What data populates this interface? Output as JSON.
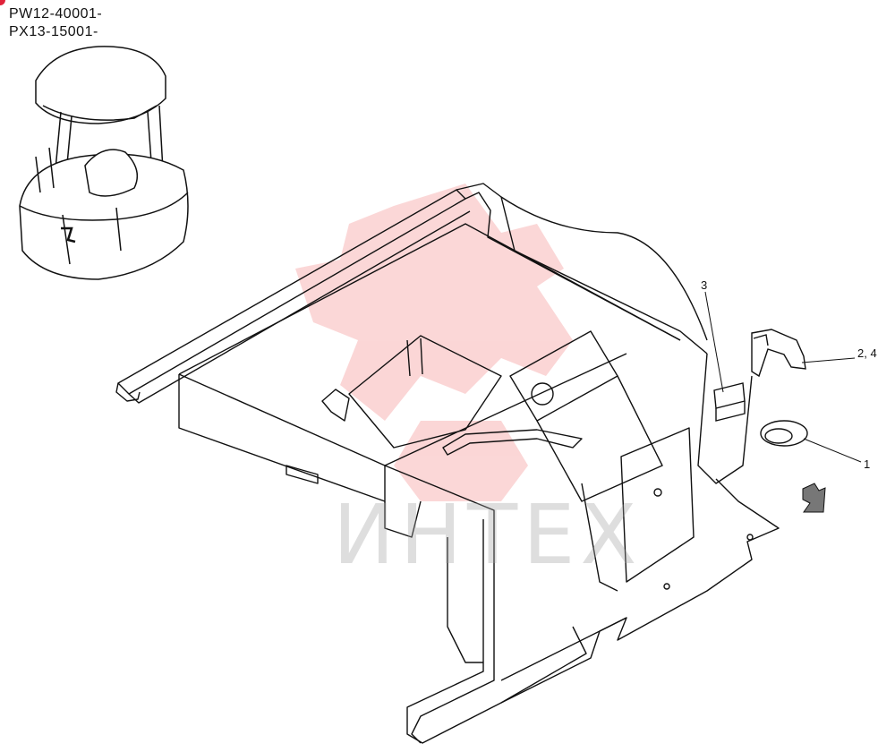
{
  "serial_ranges": [
    "PW12-40001-",
    "PX13-15001-"
  ],
  "callouts": {
    "part_1": "1",
    "part_2_4": "2, 4",
    "part_3": "3"
  },
  "watermark": {
    "text": "ИНТЕХ",
    "color": "#f0a0a0"
  },
  "accent_color": "#e0223a",
  "icons": {
    "direction_arrow": "front-direction-arrow-icon",
    "machine_thumbnail": "excavator-cab-icon"
  }
}
